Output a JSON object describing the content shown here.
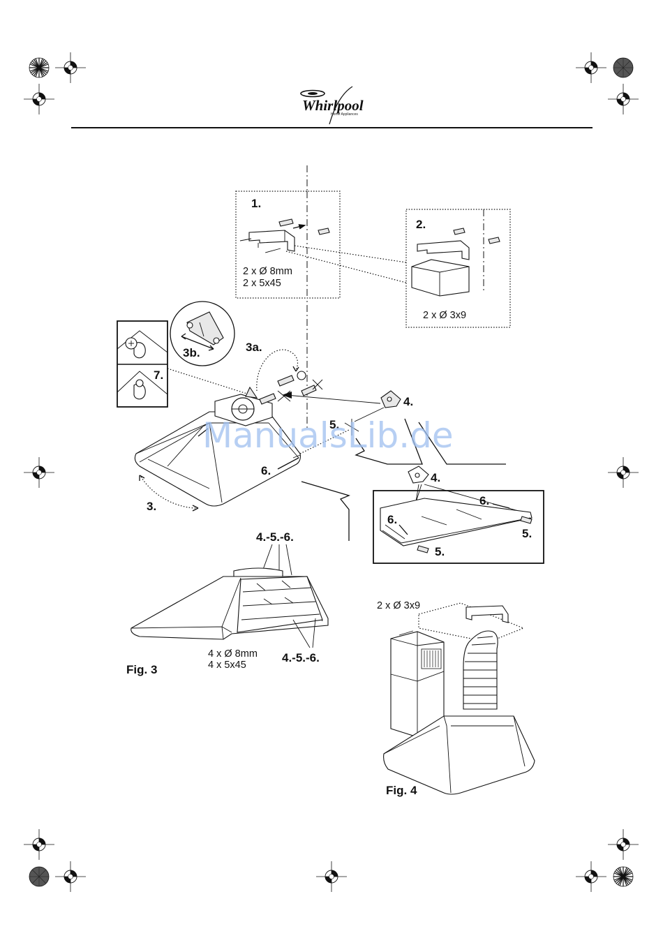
{
  "brand": {
    "name": "Whirlpool",
    "tagline": "Home Appliances"
  },
  "watermark": "ManualsLib.de",
  "steps": {
    "s1": "1.",
    "s2": "2.",
    "s3": "3.",
    "s3a": "3a.",
    "s3b": "3b.",
    "s4_top": "4.",
    "s4_detail": "4.",
    "s5_top": "5.",
    "s5_detail_right": "5.",
    "s5_detail_bottom": "5.",
    "s6_top": "6.",
    "s6_detail_left": "6.",
    "s6_detail_right": "6.",
    "s7": "7.",
    "combo_top": "4.-5.-6.",
    "combo_bottom": "4.-5.-6."
  },
  "specs": {
    "box1_line1": "2 x Ø 8mm",
    "box1_line2": "2 x 5x45",
    "box2_line1": "2 x Ø 3x9",
    "fig3_line1": "4 x Ø 8mm",
    "fig3_line2": "4 x 5x45",
    "fig4_line1": "2 x Ø 3x9"
  },
  "figures": {
    "fig3": "Fig. 3",
    "fig4": "Fig. 4"
  }
}
